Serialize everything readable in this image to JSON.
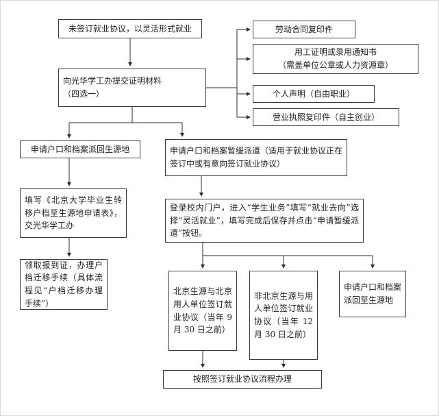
{
  "flowchart": {
    "nodes": {
      "start": "未签订就业协议，以灵活形式就业",
      "submit": "向光华学工办提交证明材料\n（四选一）",
      "opt_labor_contract": "劳动合同复印件",
      "opt_employment_proof": "用工证明或录用通知书\n（需盖单位公章或人力资源章）",
      "opt_personal_statement": "个人声明（自由职业）",
      "opt_business_license": "营业执照复印件（自主创业）",
      "apply_return": "申请户口和档案派回生源地",
      "apply_defer": "申请户口和档案暂缓派遣（适用于就业协议正在签订中或有意向签订就业协议）",
      "fill_form": "填写《北京大学毕业生转移户档至生源地申请表》，交光华学工办",
      "portal": "登录校内门户，进入“学生业务”填写“就业去向”选择“灵活就业”，填写完成后保存并点击“申请暂缓派遣”按钮。",
      "registration_cert": "领取报到证，办理户档迁移手续（具体流程见“户档迁移办理手续”）",
      "beijing_origin": "北京生源与北京用人单位签订就业协议（当年 9 月 30 日之前）",
      "non_beijing_origin": "非北京生源与用人单位签订就业协议（当年 12 月 30 日之前）",
      "apply_return_end": "申请户口和档案派回至生源地",
      "final": "按照签订就业协议流程办理"
    },
    "style": {
      "line_color": "#2b2b2b",
      "box_border_color": "#3a3a3a",
      "background": "#ffffff"
    }
  }
}
